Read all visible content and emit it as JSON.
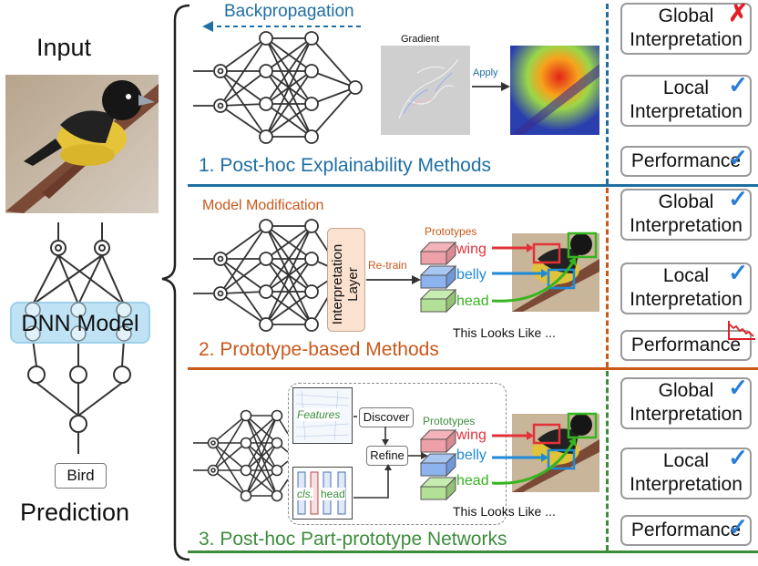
{
  "colors": {
    "blue": "#1f6fa3",
    "orange": "#c9581b",
    "green": "#3c8c3c",
    "check": "#2a7ed6",
    "cross": "#e21f26",
    "red": "#e3313a"
  },
  "left": {
    "input": "Input",
    "model": "DNN Model",
    "output": "Bird",
    "prediction": "Prediction"
  },
  "s1": {
    "backprop": "Backpropagation",
    "gradient": "Gradient",
    "apply": "Apply",
    "title": "1. Post-hoc Explainability Methods",
    "badges": [
      {
        "line1": "Global",
        "line2": "Interpretation",
        "mark": "✗"
      },
      {
        "line1": "Local",
        "line2": "Interpretation",
        "mark": "✓"
      },
      {
        "line1": "Performance",
        "mark": "✓"
      }
    ]
  },
  "s2": {
    "modification": "Model Modification",
    "layer": "Interpretation Layer",
    "retrain": "Re-train",
    "prototypes": "Prototypes",
    "wing": "wing",
    "belly": "belly",
    "head": "head",
    "looks": "This Looks Like ...",
    "title": "2. Prototype-based Methods",
    "badges": [
      {
        "line1": "Global",
        "line2": "Interpretation",
        "mark": "✓"
      },
      {
        "line1": "Local",
        "line2": "Interpretation",
        "mark": "✓"
      },
      {
        "line1": "Performance"
      }
    ]
  },
  "s3": {
    "features": "Features",
    "discover": "Discover",
    "refine": "Refine",
    "cls": "cls.",
    "headtok": "head",
    "prototypes": "Prototypes",
    "wing": "wing",
    "belly": "belly",
    "head": "head",
    "looks": "This Looks Like ...",
    "title": "3. Post-hoc Part-prototype Networks",
    "badges": [
      {
        "line1": "Global",
        "line2": "Interpretation",
        "mark": "✓"
      },
      {
        "line1": "Local",
        "line2": "Interpretation",
        "mark": "✓"
      },
      {
        "line1": "Performance",
        "mark": "✓"
      }
    ]
  }
}
